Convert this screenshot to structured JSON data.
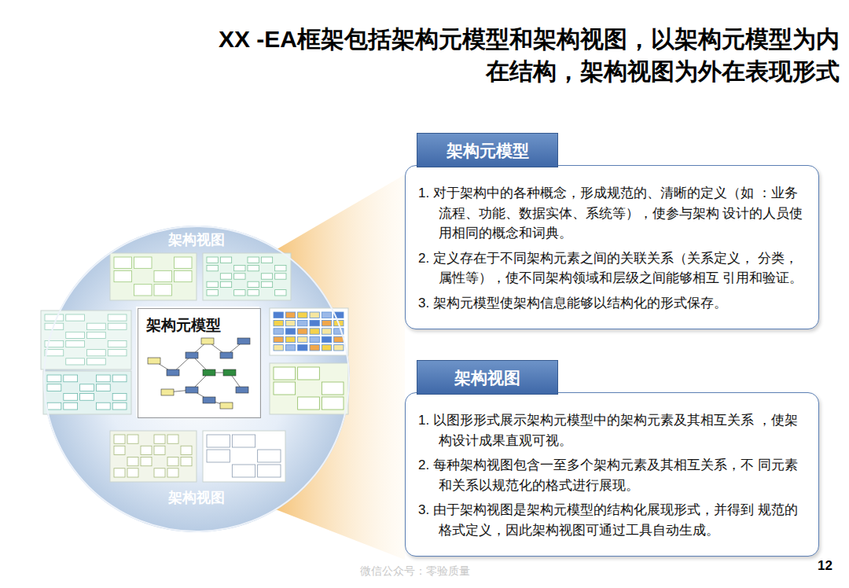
{
  "diagram": {
    "title": "XX -EA框架包括架构元模型和架构视图，以架构元模型为内在结构，架构视图为外在表现形式",
    "nodes": [
      {
        "text": [
          "架构视图",
          "架构视图"
        ]
      },
      {
        "text": [
          "架构元模型"
        ],
        "in": 0
      },
      {
        "text": [
          "架构元模型",
          "1. 对于架构中的各种概念，形成规范的、清晰的定义（如 ：业务流程、功能、数据实体、系统等），使参与架构 设计的人员使用相同的概念和词典。",
          "2. 定义存在于不同架构元素之间的关联关系（关系定义， 分类，属性等），使不同架构领域和层级之间能够相互 引用和验证。",
          "3. 架构元模型使架构信息能够以结构化的形式保存。"
        ]
      },
      {
        "text": [
          "架构视图",
          "1. 以图形形式展示架构元模型中的架构元素及其相互关系 ，使架构设计成果直观可视。",
          "2. 每种架构视图包含一至多个架构元素及其相互关系，不 同元素和关系以规范化的格式进行展现。",
          "3. 由于架构视图是架构元模型的结构化展现形式，并得到 规范的格式定义，因此架构视图可通过工具自动生成。"
        ]
      }
    ],
    "labels": [
      "12",
      "微信公众号：零验质量"
    ]
  }
}
